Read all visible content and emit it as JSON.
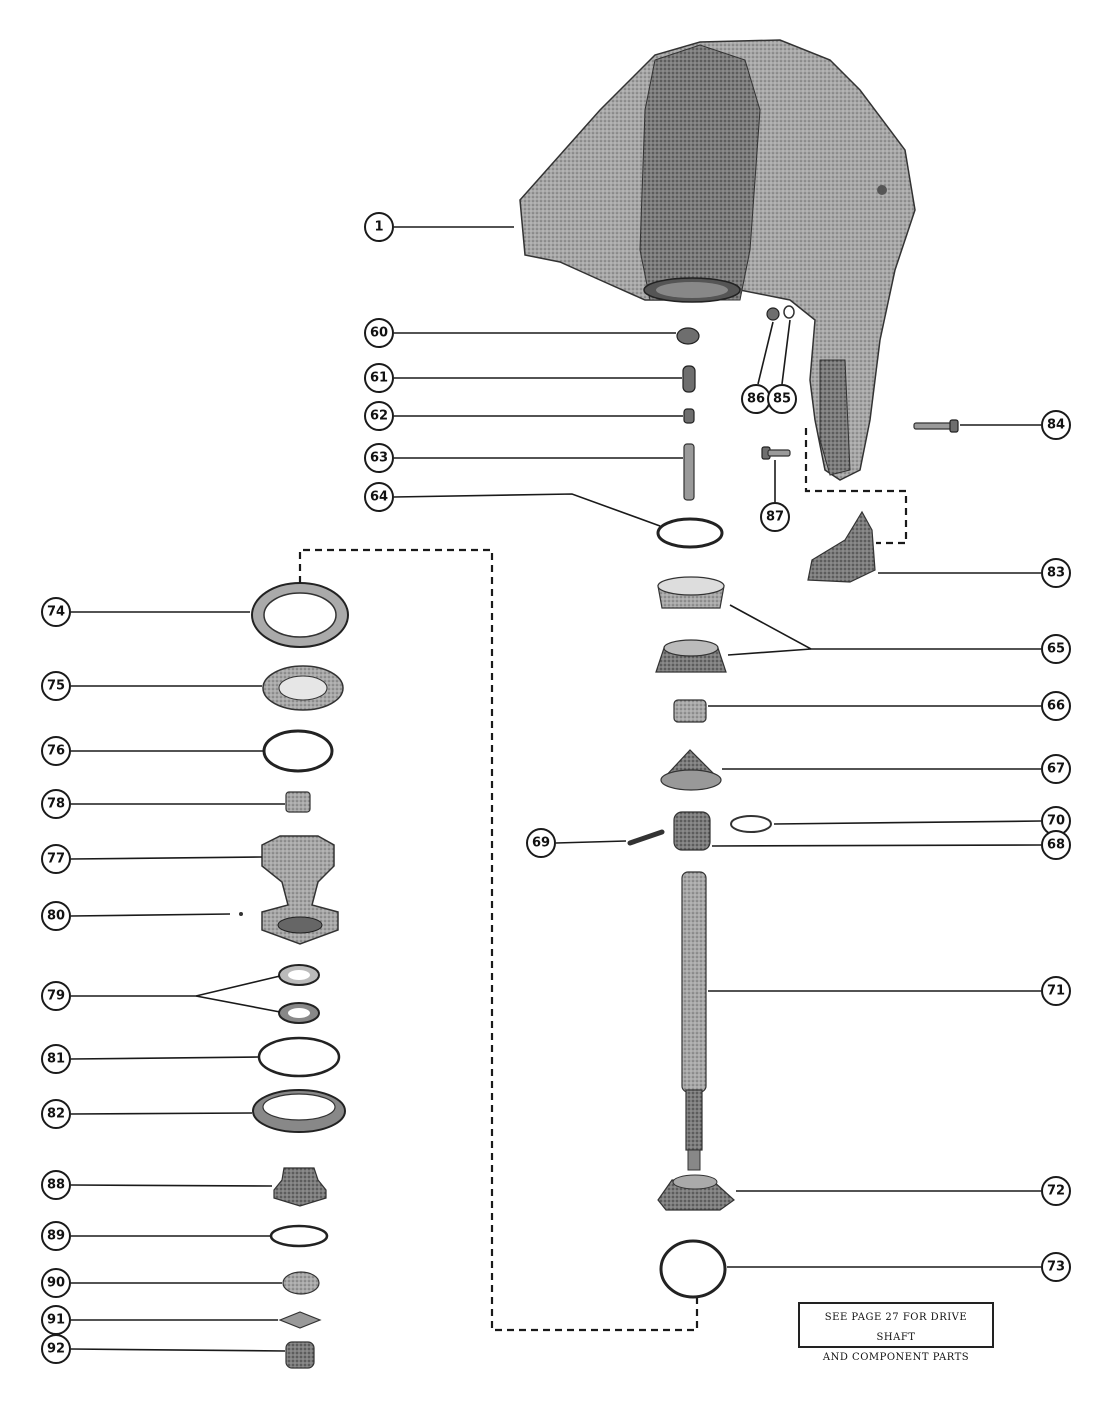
{
  "callouts": {
    "c1": "1",
    "c60": "60",
    "c61": "61",
    "c62": "62",
    "c63": "63",
    "c64": "64",
    "c65": "65",
    "c66": "66",
    "c67": "67",
    "c68": "68",
    "c69": "69",
    "c70": "70",
    "c71": "71",
    "c72": "72",
    "c73": "73",
    "c74": "74",
    "c75": "75",
    "c76": "76",
    "c77": "77",
    "c78": "78",
    "c79": "79",
    "c80": "80",
    "c81": "81",
    "c82": "82",
    "c83": "83",
    "c84": "84",
    "c85": "85",
    "c86": "86",
    "c87": "87",
    "c88": "88",
    "c89": "89",
    "c90": "90",
    "c91": "91",
    "c92": "92"
  },
  "note": {
    "line1": "SEE PAGE 27 FOR DRIVE SHAFT",
    "line2": "AND COMPONENT PARTS"
  }
}
